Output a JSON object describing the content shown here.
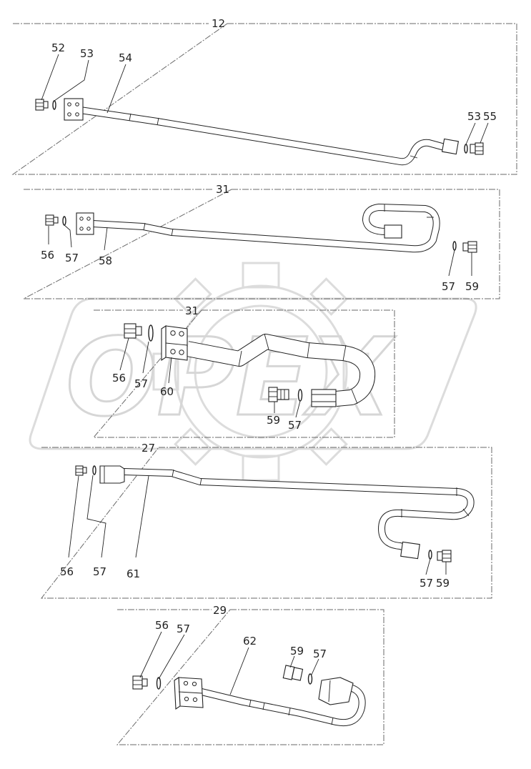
{
  "assemblies": [
    {
      "id": "a12",
      "title": "12",
      "callouts": [
        "52",
        "53",
        "54",
        "53",
        "55"
      ]
    },
    {
      "id": "a31a",
      "title": "31",
      "callouts": [
        "56",
        "57",
        "58",
        "57",
        "59"
      ]
    },
    {
      "id": "a31b",
      "title": "31",
      "callouts": [
        "56",
        "57",
        "60",
        "59",
        "57"
      ]
    },
    {
      "id": "a27",
      "title": "27",
      "callouts": [
        "56",
        "57",
        "61",
        "57",
        "59"
      ]
    },
    {
      "id": "a29",
      "title": "29",
      "callouts": [
        "56",
        "57",
        "62",
        "59",
        "57"
      ]
    }
  ],
  "watermark": {
    "logo-text": "OPEX"
  }
}
